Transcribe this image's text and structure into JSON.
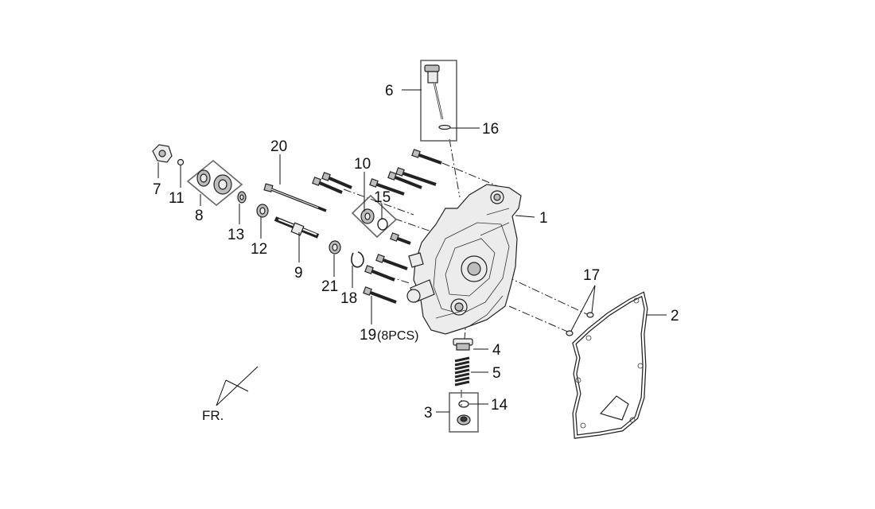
{
  "diagram": {
    "orientation_label": "FR.",
    "callouts": [
      {
        "id": "c1",
        "text": "1"
      },
      {
        "id": "c2",
        "text": "2"
      },
      {
        "id": "c3",
        "text": "3"
      },
      {
        "id": "c4",
        "text": "4"
      },
      {
        "id": "c5",
        "text": "5"
      },
      {
        "id": "c6",
        "text": "6"
      },
      {
        "id": "c7",
        "text": "7"
      },
      {
        "id": "c8",
        "text": "8"
      },
      {
        "id": "c9",
        "text": "9"
      },
      {
        "id": "c10",
        "text": "10"
      },
      {
        "id": "c11",
        "text": "11"
      },
      {
        "id": "c12",
        "text": "12"
      },
      {
        "id": "c13",
        "text": "13"
      },
      {
        "id": "c14",
        "text": "14"
      },
      {
        "id": "c15",
        "text": "15"
      },
      {
        "id": "c16",
        "text": "16"
      },
      {
        "id": "c17",
        "text": "17"
      },
      {
        "id": "c18",
        "text": "18"
      },
      {
        "id": "c19",
        "text": "19"
      },
      {
        "id": "c19qty",
        "text": "(8PCS)"
      },
      {
        "id": "c20",
        "text": "20"
      },
      {
        "id": "c21",
        "text": "21"
      }
    ]
  }
}
